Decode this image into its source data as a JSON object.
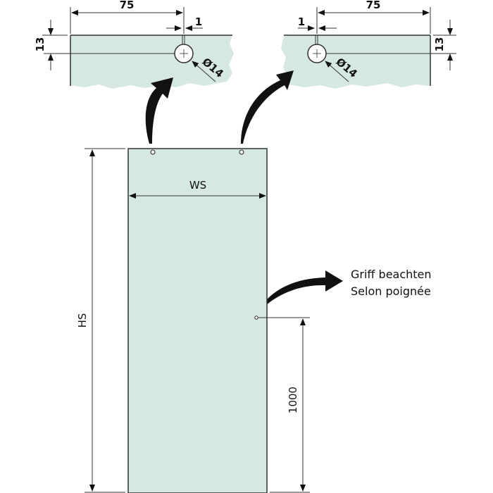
{
  "diagram": {
    "colors": {
      "glass": "#d5e9e0",
      "line": "#333333",
      "ink": "#111111",
      "background": "#ffffff"
    },
    "detail_left": {
      "offset_label": "75",
      "gap_label": "1",
      "depth_label": "13",
      "hole_label": "Ø14"
    },
    "detail_right": {
      "offset_label": "75",
      "gap_label": "1",
      "depth_label": "13",
      "hole_label": "Ø14"
    },
    "panel": {
      "width_label": "WS",
      "height_label": "HS",
      "handle_height_label": "1000"
    },
    "handle_note": {
      "line1": "Griff beachten",
      "line2": "Selon poignée"
    }
  }
}
